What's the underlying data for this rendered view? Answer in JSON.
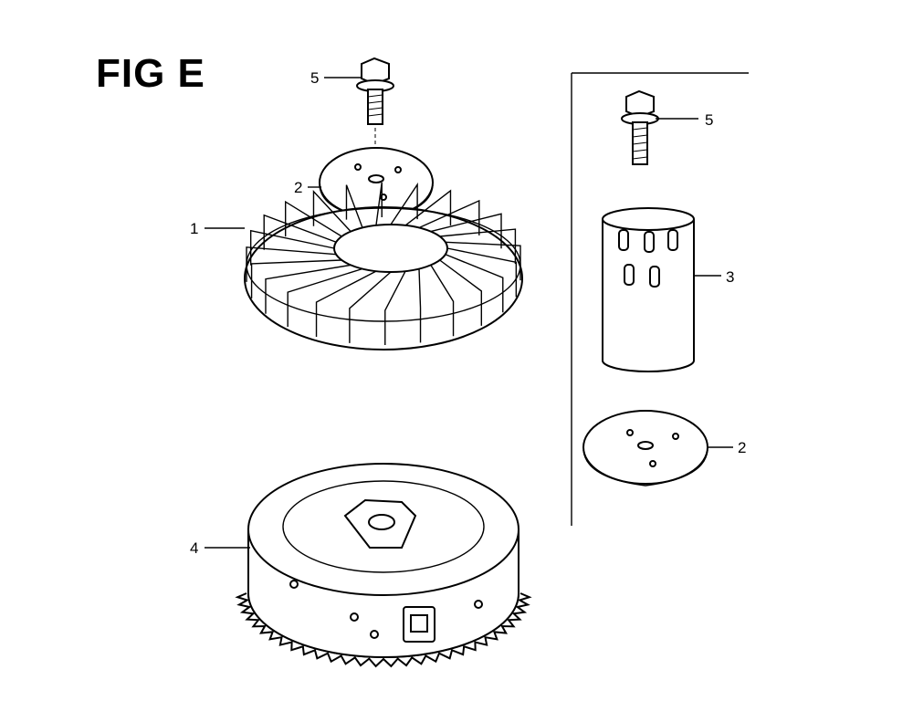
{
  "figure": {
    "title": "FIG E"
  },
  "callouts": {
    "left_bolt": "5",
    "left_plate": "2",
    "fan": "1",
    "flywheel": "4",
    "right_bolt": "5",
    "sleeve": "3",
    "right_plate": "2"
  }
}
